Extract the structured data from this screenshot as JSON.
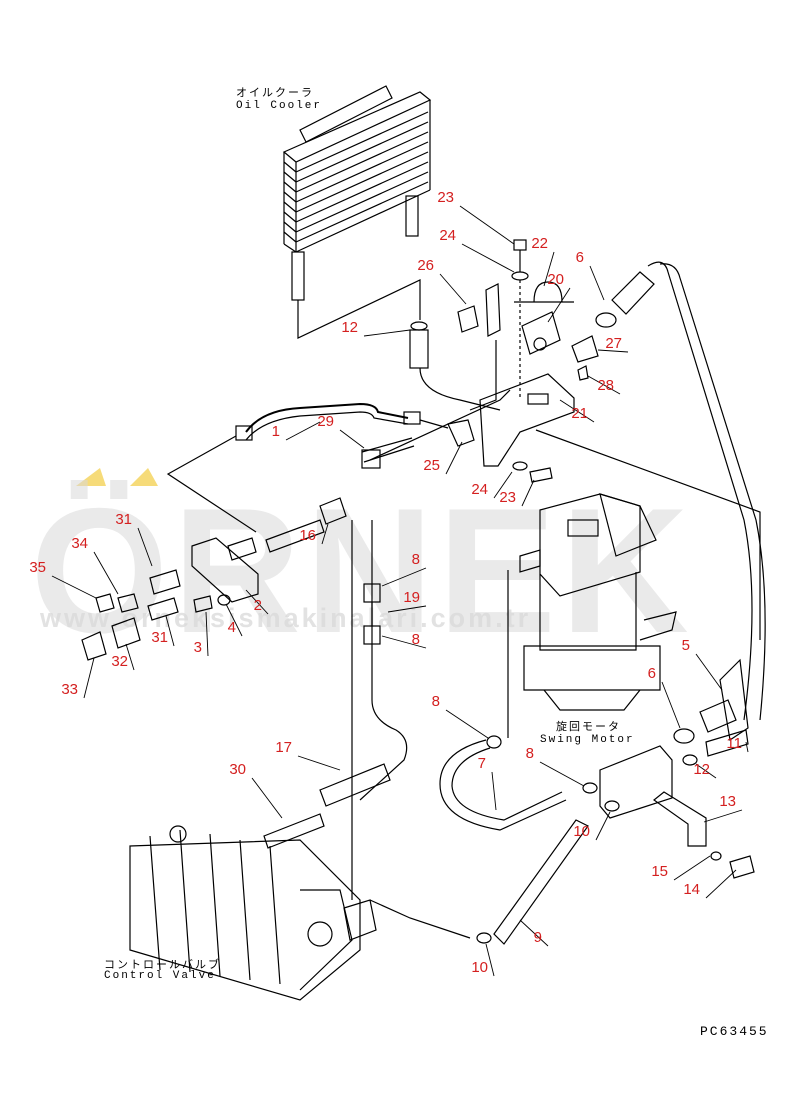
{
  "watermark": {
    "brand": "ÖRNEK",
    "url": "www.orneksismakinalari.com.tr",
    "color": "#cfcfcf",
    "accent": "#f2c200"
  },
  "labels": {
    "oil_cooler_jp": "オイルクーラ",
    "oil_cooler_en": "Oil Cooler",
    "swing_motor_jp": "旋回モータ",
    "swing_motor_en": "Swing Motor",
    "control_valve_jp": "コントロールバルブ",
    "control_valve_en": "Control Valve",
    "drawing_code": "PC63455"
  },
  "callout_color": "#d42020",
  "callouts": [
    "23",
    "24",
    "22",
    "26",
    "20",
    "6",
    "12",
    "27",
    "28",
    "21",
    "1",
    "29",
    "25",
    "24",
    "23",
    "31",
    "34",
    "16",
    "35",
    "2",
    "8",
    "19",
    "31",
    "3",
    "4",
    "8",
    "32",
    "33",
    "5",
    "6",
    "8",
    "7",
    "12",
    "11",
    "8",
    "17",
    "30",
    "10",
    "13",
    "15",
    "14",
    "9",
    "10"
  ]
}
